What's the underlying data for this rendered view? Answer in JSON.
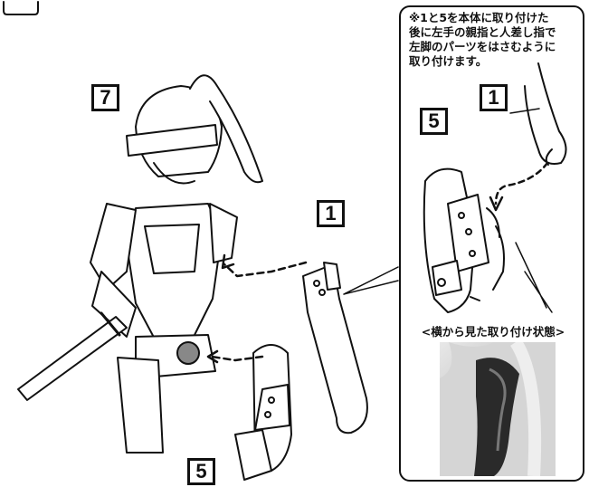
{
  "callout": {
    "note": "※1と5を本体に取り付けた\n後に左手の親指と人差し指で\n左脚のパーツをはさむように\n取り付けます。",
    "side_view_caption": "<横から見た取り付け状態>"
  },
  "part_labels": {
    "head": "7",
    "arm_main": "1",
    "leg_main": "5",
    "arm_callout": "1",
    "leg_callout": "5"
  },
  "colors": {
    "ink": "#111111",
    "photo_grey": "#c9c9c9"
  }
}
